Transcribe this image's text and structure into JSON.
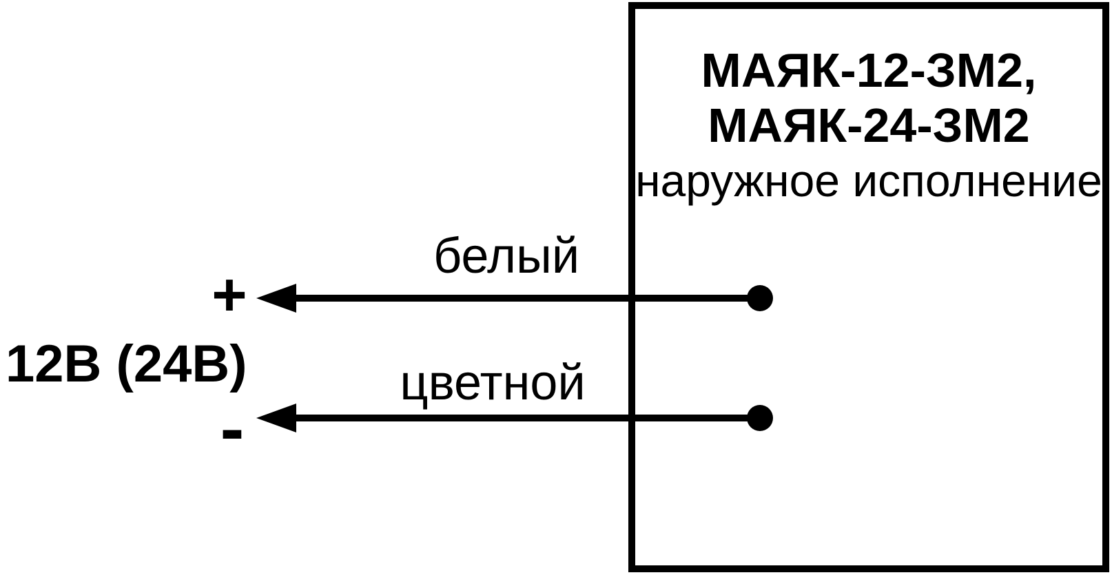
{
  "device_box": {
    "model_line1": "МАЯК-12-ЗМ2,",
    "model_line2": "МАЯК-24-ЗМ2",
    "variant": "наружное исполнение"
  },
  "power_source": {
    "label": "12В (24В)",
    "plus": "+",
    "minus": "-"
  },
  "wires": [
    {
      "label": "белый",
      "polarity": "+"
    },
    {
      "label": "цветной",
      "polarity": "-"
    }
  ],
  "colors": {
    "line": "#000000",
    "background": "#ffffff"
  }
}
